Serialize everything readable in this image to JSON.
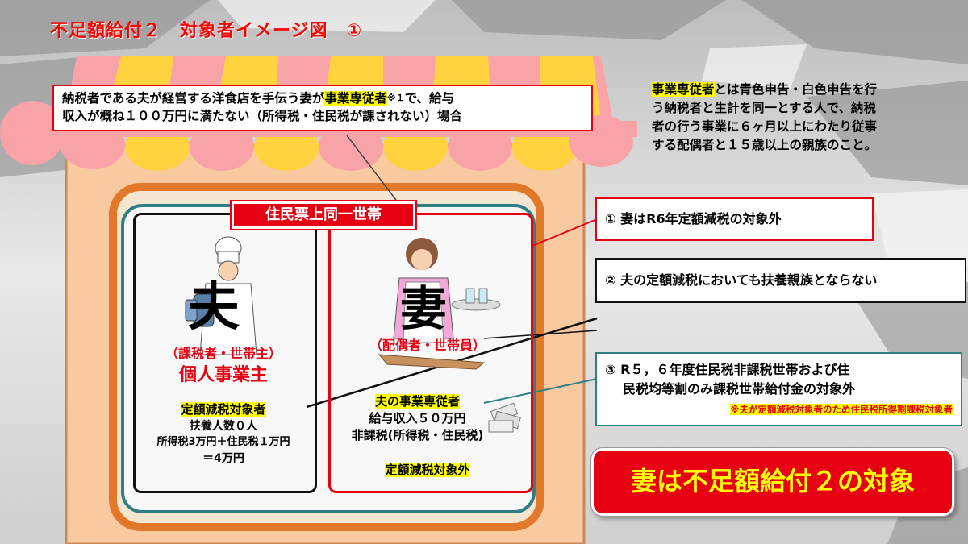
{
  "page_title": "不足額給付２　対象者イメージ図　①",
  "top_note": {
    "prefix": "納税者である夫が経営する洋食店を手伝う妻が",
    "highlight": "事業専従者",
    "marker": "※１",
    "line1_suffix": "で、給与",
    "line2": "収入が概ね１００万円に満たない（所得税・住民税が課されない）場合"
  },
  "definition": {
    "highlight": "事業専従者",
    "text1": "とは青色申告・白色申告を行",
    "line2": "う納税者と生計を同一とする人で、納税",
    "line3": "者の行う事業に６ヶ月以上にわたり従事",
    "line4": "する配偶者と１５歳以上の親族のこと。"
  },
  "household_label": "住民票上同一世帯",
  "husband": {
    "kanji": "夫",
    "role": "（課税者・世帯主）",
    "business": "個人事業主",
    "status": "定額減税対象者",
    "dependents": "扶養人数０人",
    "tax_line": "所得税3万円＋住民税１万円",
    "total": "＝4万円"
  },
  "wife": {
    "kanji": "妻",
    "role": "（配偶者・世帯員）",
    "status_hl": "夫の事業専従者",
    "income": "給与収入５０万円",
    "tax": "非課税(所得税・住民税)",
    "exclusion": "定額減税対象外"
  },
  "callouts": [
    "①  妻はR6年定額減税の対象外",
    "②  夫の定額減税においても扶養親族とならない"
  ],
  "callout3": {
    "line1": "③  R５，６年度住民税非課税世帯および住",
    "line2": "民税均等割のみ課税世帯給付金の対象外",
    "note": "※夫が定額減税対象者のため住民税所得割課税対象者"
  },
  "conclusion": "妻は不足額給付２の対象",
  "colors": {
    "red": "#e60012",
    "teal": "#2f7f86",
    "yellow": "#ffff00",
    "awning_yellow": "#ffd23f",
    "awning_pink": "#f7a3a8",
    "shop_wall": "#f9c9a0",
    "shop_frame": "#e2782a"
  }
}
